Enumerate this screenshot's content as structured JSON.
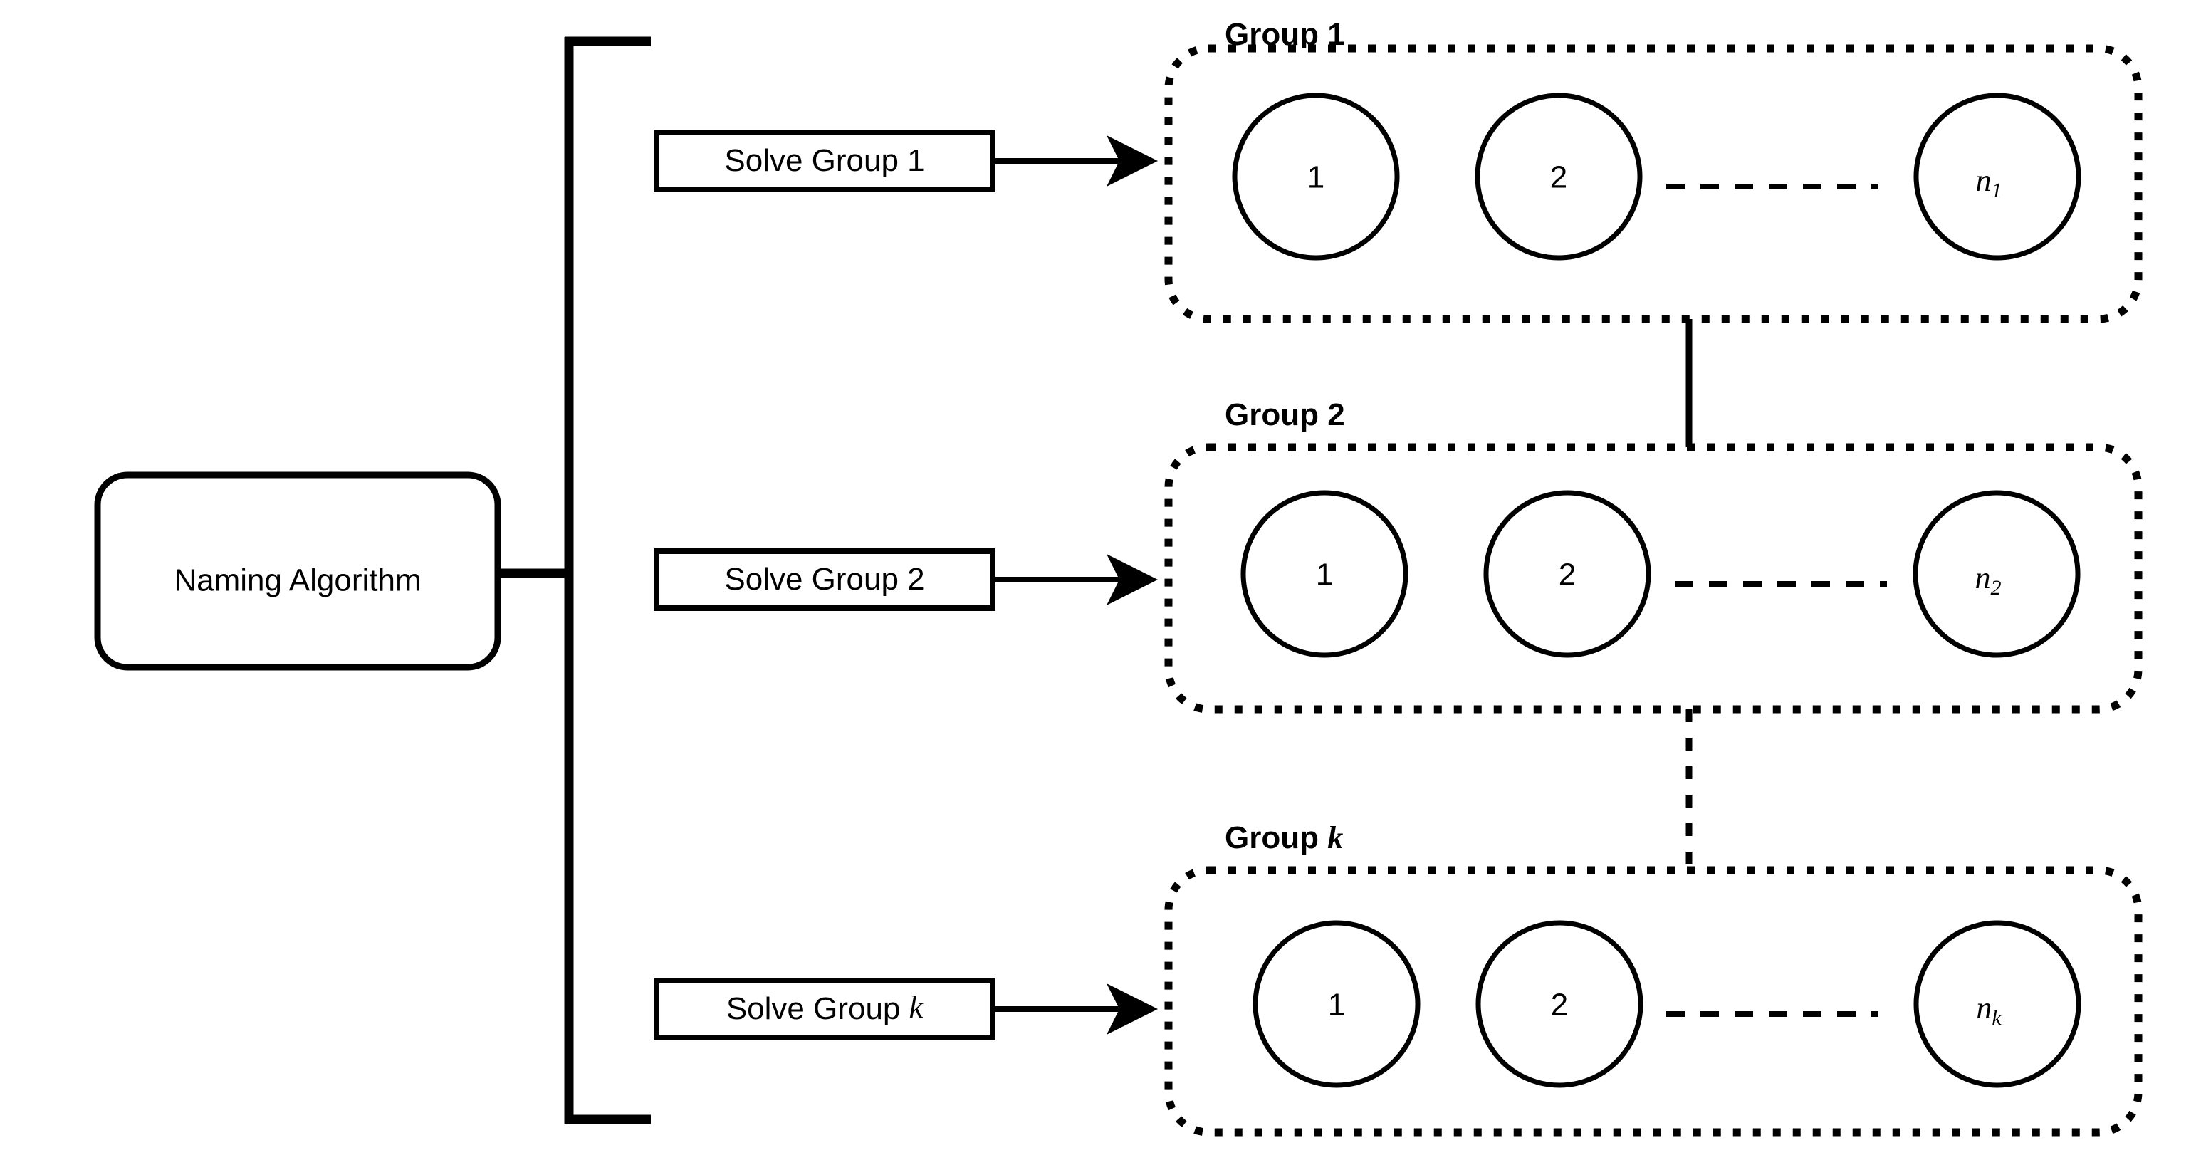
{
  "diagram": {
    "title": "Naming Algorithm Group Decomposition",
    "root": {
      "label": "Naming Algorithm",
      "shape": "rounded-rectangle"
    },
    "colors": {
      "stroke": "#000000",
      "background": "#ffffff",
      "text": "#000000"
    },
    "actions": [
      {
        "label": "Solve Group 1",
        "label_main": "Solve Group ",
        "label_sub": "1",
        "sub_italic": false
      },
      {
        "label": "Solve Group 2",
        "label_main": "Solve Group ",
        "label_sub": "2",
        "sub_italic": false
      },
      {
        "label": "Solve Group k",
        "label_main": "Solve Group ",
        "label_sub": "k",
        "sub_italic": true
      }
    ],
    "groups": [
      {
        "title_main": "Group ",
        "title_index": "1",
        "title_italic": false,
        "nodes": [
          "1",
          "2"
        ],
        "last_node_base": "n",
        "last_node_sub": "1",
        "ellipsis": "horizontal-dashed"
      },
      {
        "title_main": "Group ",
        "title_index": "2",
        "title_italic": false,
        "nodes": [
          "1",
          "2"
        ],
        "last_node_base": "n",
        "last_node_sub": "2",
        "ellipsis": "horizontal-dashed"
      },
      {
        "title_main": "Group ",
        "title_index": "k",
        "title_italic": true,
        "nodes": [
          "1",
          "2"
        ],
        "last_node_base": "n",
        "last_node_sub": "k",
        "ellipsis": "horizontal-dashed"
      }
    ],
    "connectors": {
      "group1_to_group2": "solid-vertical",
      "group2_to_groupk": "dashed-vertical"
    }
  }
}
